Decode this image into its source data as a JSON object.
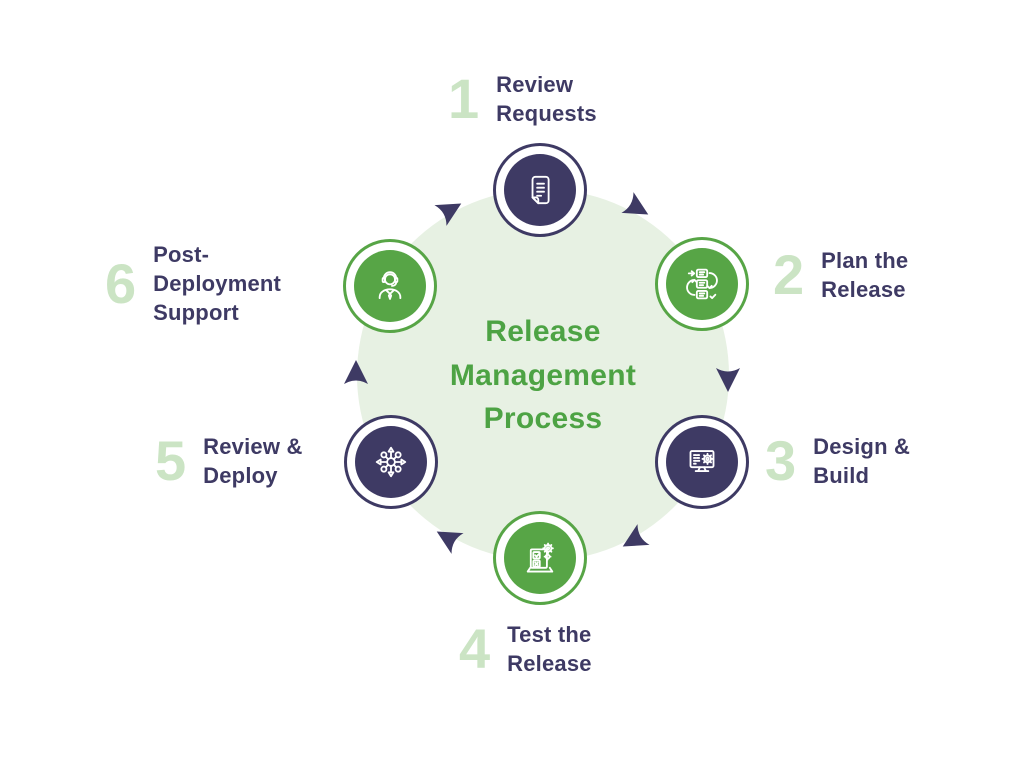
{
  "diagram": {
    "title": "Release Management Process",
    "title_multiline": "Release\nManagement\nProcess",
    "type": "circular-process",
    "flow_direction": "clockwise",
    "arrow_count": 6
  },
  "colors": {
    "navy": "#3E3A64",
    "green": "#57A546",
    "pale-green": "#CBE4C4",
    "title-green": "#4DA344",
    "circle-bg": "#E7F1E3",
    "white": "#FFFFFF"
  },
  "steps": [
    {
      "number": "1",
      "label": "Review\nRequests",
      "icon": "document-icon",
      "node_color": "navy"
    },
    {
      "number": "2",
      "label": "Plan the\nRelease",
      "icon": "workflow-plan-icon",
      "node_color": "green"
    },
    {
      "number": "3",
      "label": "Design &\nBuild",
      "icon": "monitor-gear-icon",
      "node_color": "navy"
    },
    {
      "number": "4",
      "label": "Test the\nRelease",
      "icon": "test-checklist-icon",
      "node_color": "green"
    },
    {
      "number": "5",
      "label": "Review &\nDeploy",
      "icon": "deploy-hub-icon",
      "node_color": "navy"
    },
    {
      "number": "6",
      "label": "Post-\nDeployment\nSupport",
      "icon": "support-agent-icon",
      "node_color": "green"
    }
  ]
}
